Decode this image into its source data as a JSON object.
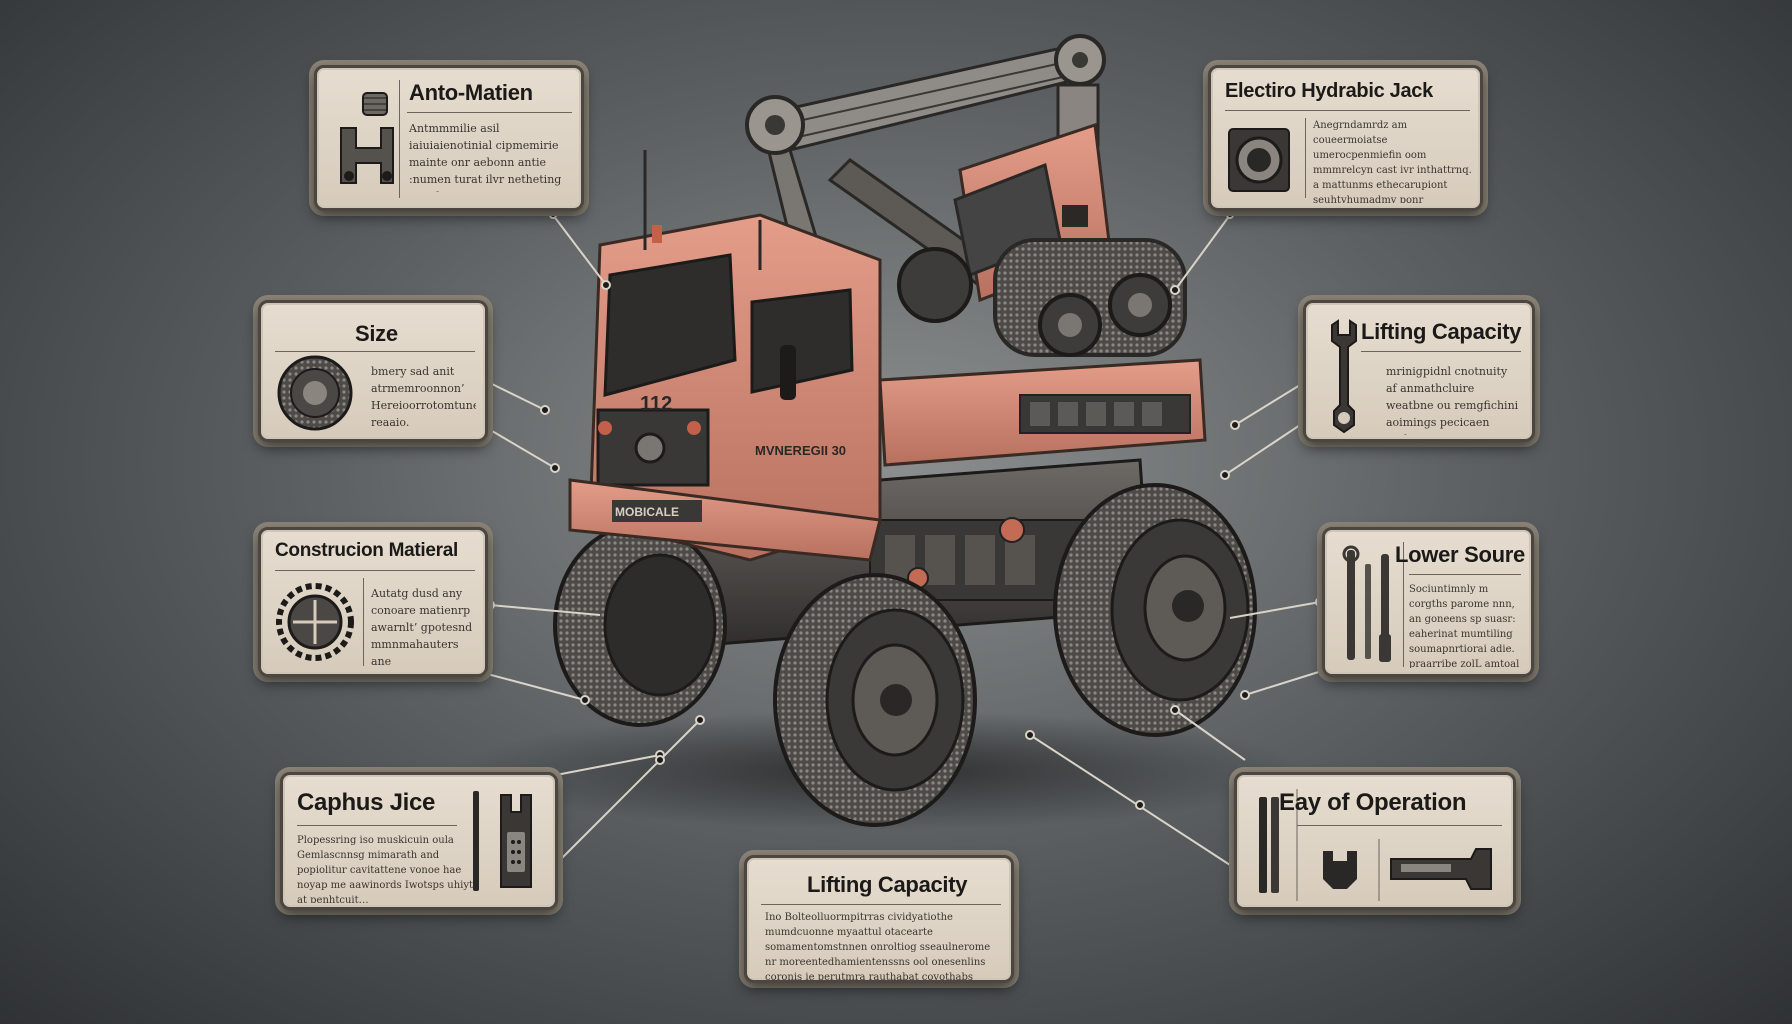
{
  "callouts": [
    {
      "id": "anto-matien",
      "title": "Anto-Matien",
      "body": "Antmmmilie asil iaiuiaienotinial cipmemirie mainte onr aebonn antie :numen turat ilvr netheting aneplyorye ugtaatte mpavos.",
      "icon": "gear-bracket-icon"
    },
    {
      "id": "electro-hydrabic-jack",
      "title": "Electiro Hydrabic Jack",
      "body": "Anegrndamrdz am coueermoiatse umerocpenmiefin oom mmmrelcyn cast ivr inthattrnq. a mattunms ethecarupiont seuhtyhumadmy ponr ononocinlidulatpimsnor pnod on ucion oi ponip puping.",
      "icon": "bearing-icon"
    },
    {
      "id": "size",
      "title": "Size",
      "body": "bmery sad anit atrmemroonnon’ Hereioorrotomtunes. reaaio.",
      "icon": "wheel-icon"
    },
    {
      "id": "lifting-capacity-right",
      "title": "Lifting Capacity",
      "body": "mrinigpidnl cnotnuity af anmathcluire weatbne ou remgfichini aoimings pecicaen enthe.",
      "icon": "wrench-icon"
    },
    {
      "id": "construcion-matieral",
      "title": "Construcion Matieral",
      "body": "Autatg dusd any conoare matienrp awarnlt’ gpotesnd mmnmahauters ane encisipnthrora..",
      "icon": "gear-icon"
    },
    {
      "id": "lower-soure",
      "title": "Lower Soure",
      "body": "Sociuntimnly m corgths parome nnn, an goneens sp suasr: eaherinat mumtiling soumapnrtiorai adie. praarribe zolL amtoal ioiiia.",
      "icon": "tools-icon"
    },
    {
      "id": "caphus-jice",
      "title": "Caphus Jice",
      "body": "Plopessring iso muskicuin oula Gemlascnnsg mimarath and popiolitur cavitattene vonoe hae noyap me aawinords Iwotsps uhiyt at penhtcuit…",
      "icon": "clamp-icon"
    },
    {
      "id": "eay-of-operation",
      "title": "Eay of Operation",
      "body": "",
      "icon": "operation-tools-icon"
    },
    {
      "id": "lifting-capacity-bottom",
      "title": "Lifting Capacity",
      "body": "Ino Bolteolluormpitrras cividyatiothe mumdcuonne myaattul otacearte somamentomstnnen onroltiog sseaulnerome nr moreentedhamientenssns ool onesenlins coronis ie perutmra rauthabat covothabs gaaptiaupyt;..",
      "icon": ""
    }
  ],
  "vehicle": {
    "cab_plate": "112",
    "door_text": "MVNEREGII 30",
    "grille_text": "MOBICALE",
    "body_color": "#d98f7c"
  }
}
